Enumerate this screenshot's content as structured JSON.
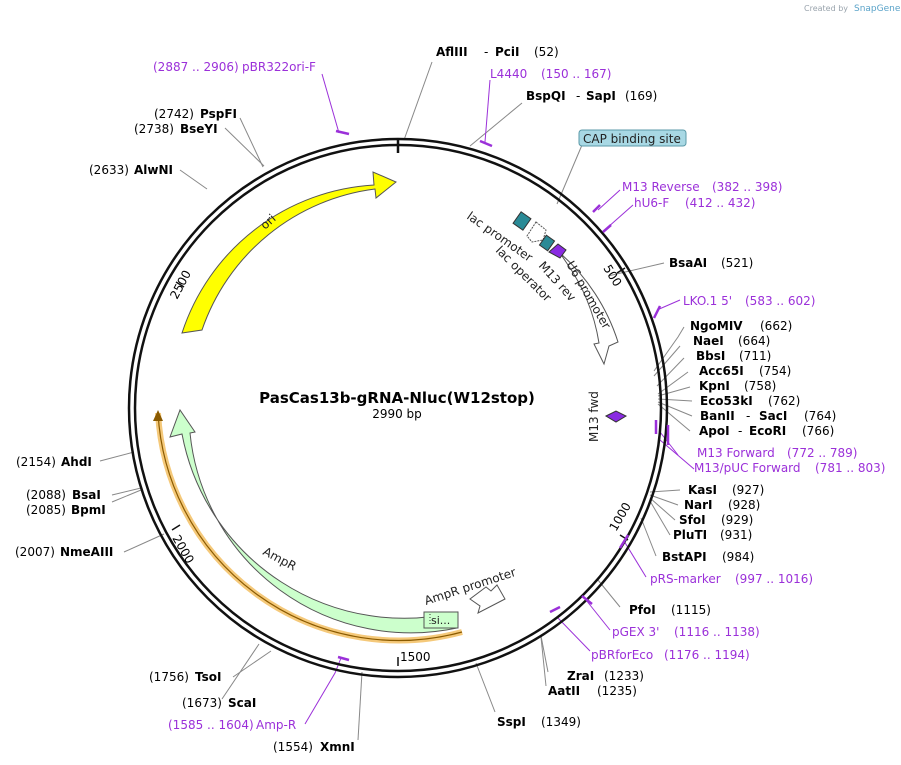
{
  "credit": {
    "prefix": "Created by",
    "brand": "SnapGene"
  },
  "plasmid": {
    "name": "PasCas13b-gRNA-Nluc(W12stop)",
    "size_label": "2990 bp"
  },
  "ticks": [
    {
      "label": "500"
    },
    {
      "label": "1000"
    },
    {
      "label": "1500"
    },
    {
      "label": "2000"
    },
    {
      "label": "2500"
    }
  ],
  "enzymes": [
    {
      "name": "AflIII",
      "name2": "PciI",
      "pos": "(52)"
    },
    {
      "name": "BspQI",
      "name2": "SapI",
      "pos": "(169)"
    },
    {
      "name": "BsaAI",
      "pos": "(521)"
    },
    {
      "name": "NgoMIV",
      "pos": "(662)"
    },
    {
      "name": "NaeI",
      "pos": "(664)"
    },
    {
      "name": "BbsI",
      "pos": "(711)"
    },
    {
      "name": "Acc65I",
      "pos": "(754)"
    },
    {
      "name": "KpnI",
      "pos": "(758)"
    },
    {
      "name": "Eco53kI",
      "pos": "(762)"
    },
    {
      "name": "BanII",
      "name2": "SacI",
      "pos": "(764)"
    },
    {
      "name": "ApoI",
      "name2": "EcoRI",
      "pos": "(766)"
    },
    {
      "name": "KasI",
      "pos": "(927)"
    },
    {
      "name": "NarI",
      "pos": "(928)"
    },
    {
      "name": "SfoI",
      "pos": "(929)"
    },
    {
      "name": "PluTI",
      "pos": "(931)"
    },
    {
      "name": "BstAPI",
      "pos": "(984)"
    },
    {
      "name": "PfoI",
      "pos": "(1115)"
    },
    {
      "name": "ZraI",
      "pos": "(1233)"
    },
    {
      "name": "AatII",
      "pos": "(1235)"
    },
    {
      "name": "SspI",
      "pos": "(1349)"
    },
    {
      "name": "XmnI",
      "pos": "(1554)"
    },
    {
      "name": "ScaI",
      "pos": "(1673)"
    },
    {
      "name": "TsoI",
      "pos": "(1756)"
    },
    {
      "name": "NmeAIII",
      "pos": "(2007)"
    },
    {
      "name": "BpmI",
      "pos": "(2085)"
    },
    {
      "name": "BsaI",
      "pos": "(2088)"
    },
    {
      "name": "AhdI",
      "pos": "(2154)"
    },
    {
      "name": "AlwNI",
      "pos": "(2633)"
    },
    {
      "name": "BseYI",
      "pos": "(2738)"
    },
    {
      "name": "PspFI",
      "pos": "(2742)"
    }
  ],
  "primers": [
    {
      "name": "pBR322ori-F",
      "range": "(2887 .. 2906)"
    },
    {
      "name": "L4440",
      "range": "(150 .. 167)"
    },
    {
      "name": "M13 Reverse",
      "range": "(382 .. 398)"
    },
    {
      "name": "hU6-F",
      "range": "(412 .. 432)"
    },
    {
      "name": "LKO.1 5'",
      "range": "(583 .. 602)"
    },
    {
      "name": "M13 Forward",
      "range": "(772 .. 789)"
    },
    {
      "name": "M13/pUC Forward",
      "range": "(781 .. 803)"
    },
    {
      "name": "pRS-marker",
      "range": "(997 .. 1016)"
    },
    {
      "name": "pGEX 3'",
      "range": "(1116 .. 1138)"
    },
    {
      "name": "pBRforEco",
      "range": "(1176 .. 1194)"
    },
    {
      "name": "Amp-R",
      "range": "(1585 .. 1604)"
    }
  ],
  "features": {
    "cap": "CAP binding site",
    "lac_promoter": "lac promoter",
    "lac_operator": "lac operator",
    "m13_rev": "M13 rev",
    "u6_promoter": "U6 promoter",
    "m13_fwd": "M13 fwd",
    "ori": "ori",
    "ampr": "AmpR",
    "ampr_promoter": "AmpR promoter",
    "signal": "si..."
  },
  "colors": {
    "backbone": "#111111",
    "primer": "#9b30d9",
    "ori": "#ffff00",
    "ampr": "#ccffcc",
    "ampr_highlight": "#f5c97a",
    "lac": "#2a8a96",
    "cap_fill": "#a8d8e4",
    "m13_arrow": "#8a2be2"
  }
}
